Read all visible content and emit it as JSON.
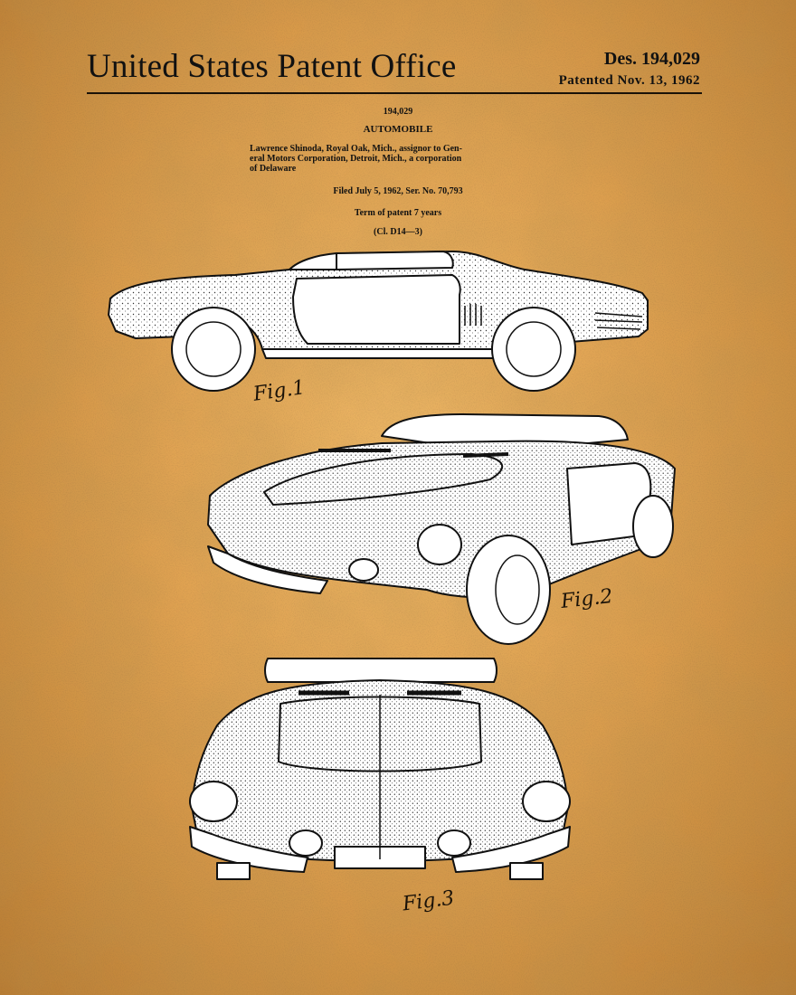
{
  "header": {
    "office_title": "United States Patent Office",
    "design_number": "Des. 194,029",
    "patent_date": "Patented Nov. 13, 1962"
  },
  "patent": {
    "number": "194,029",
    "title": "AUTOMOBILE",
    "assignor_lines": [
      "Lawrence Shinoda, Royal Oak, Mich., assignor to Gen-",
      "eral Motors Corporation, Detroit, Mich., a corporation",
      "of Delaware"
    ],
    "filed": "Filed July 5, 1962, Ser. No. 70,793",
    "term": "Term of patent 7 years",
    "classification": "(Cl. D14—3)"
  },
  "figures": [
    {
      "label": "Fig.1",
      "view": "side"
    },
    {
      "label": "Fig.2",
      "view": "front-three-quarter"
    },
    {
      "label": "Fig.3",
      "view": "front"
    }
  ],
  "colors": {
    "parchment": "#e2a250",
    "ink": "#111111",
    "drawing_fill": "#ffffff"
  }
}
